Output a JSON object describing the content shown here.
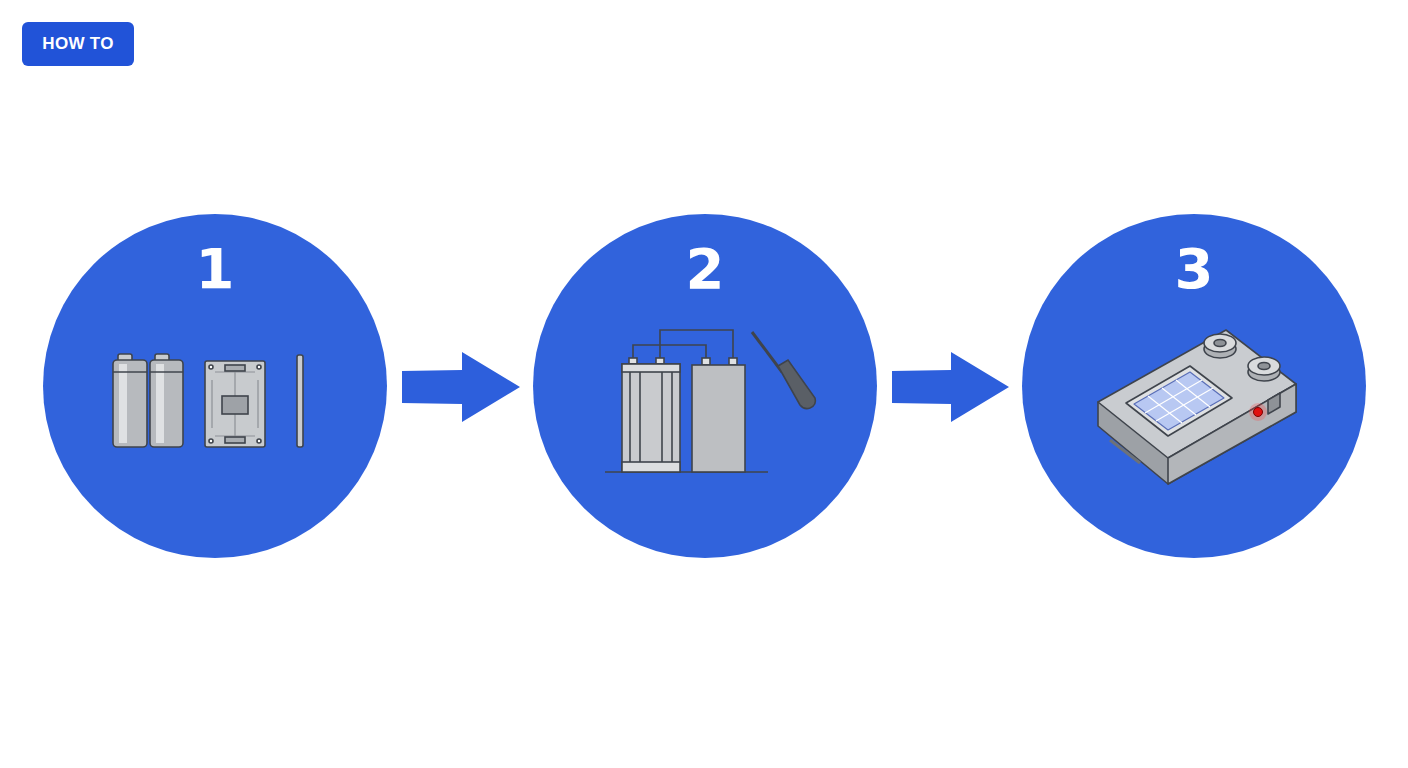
{
  "diagram": {
    "nodes": [
      {
        "text": [
          "HOW TO"
        ]
      },
      {
        "text": [
          "1"
        ]
      },
      {
        "text": [
          "2"
        ]
      },
      {
        "text": [
          "3"
        ]
      }
    ],
    "edges": [
      {
        "from": 1,
        "to": 2,
        "arrow": "to"
      },
      {
        "from": 2,
        "to": 3,
        "arrow": "to"
      }
    ]
  }
}
